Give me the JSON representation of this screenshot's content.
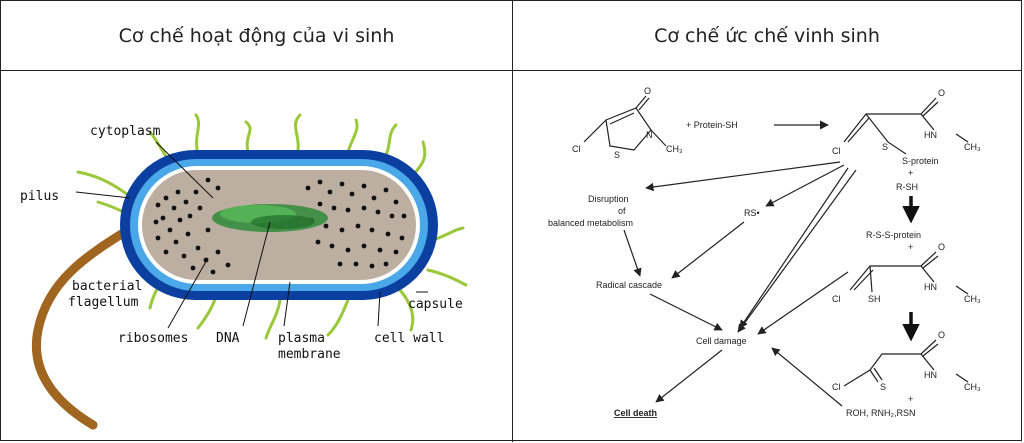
{
  "table": {
    "header_left": "Cơ chế hoạt động của vi sinh",
    "header_right": "Cơ chế ức chế vinh sinh"
  },
  "bacteria": {
    "labels": {
      "cytoplasm": "cytoplasm",
      "pilus": "pilus",
      "flagellum_line1": "bacterial",
      "flagellum_line2": "flagellum",
      "ribosomes": "ribosomes",
      "dna": "DNA",
      "plasma_line1": "plasma",
      "plasma_line2": "membrane",
      "cell_wall": "cell wall",
      "capsule": "capsule"
    },
    "colors": {
      "capsule": "#0b3fa0",
      "wall": "#4aa8e8",
      "cytoplasm": "#bcaea0",
      "dna": "#2e8b3a",
      "pili": "#9ac83a",
      "flagellum": "#a0651e"
    }
  },
  "reaction": {
    "protein_sh": "+ Protein-SH",
    "cl": "Cl",
    "s": "S",
    "n": "N",
    "o": "O",
    "ch3": "CH₃",
    "hn": "HN",
    "s_protein": "S-protein",
    "plus": "+",
    "r_sh": "R-SH",
    "rs": "RS•",
    "disruption_line1": "Disruption",
    "disruption_line2": "of",
    "disruption_line3": "balanced metabolism",
    "radical_cascade": "Radical cascade",
    "rssprotein": "R-S-S-protein",
    "sh": "SH",
    "cell_damage": "Cell damage",
    "cell_death": "Cell death",
    "byproducts": "ROH, RNH₂,RSN"
  }
}
